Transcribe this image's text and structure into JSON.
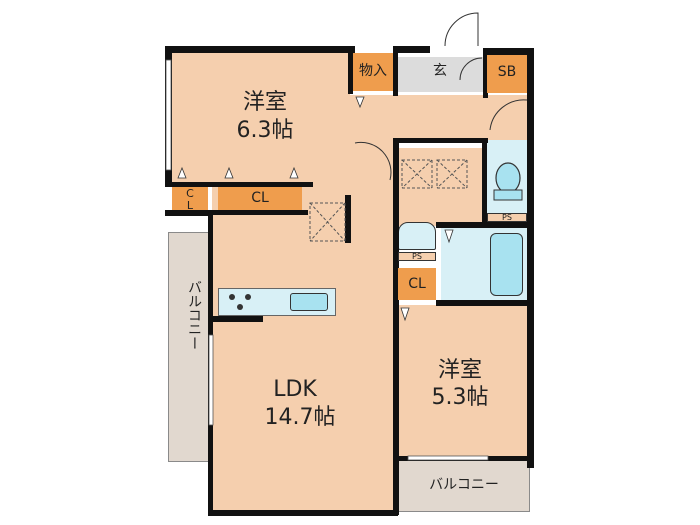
{
  "floor_plan": {
    "rooms": [
      {
        "id": "western-room-1",
        "label": "洋室",
        "area": "6.3帖"
      },
      {
        "id": "ldk",
        "label": "LDK",
        "area": "14.7帖"
      },
      {
        "id": "western-room-2",
        "label": "洋室",
        "area": "5.3帖"
      }
    ],
    "storage": {
      "closet_vertical": "C\nL",
      "closet_room1": "CL",
      "closet_room2": "CL",
      "storage_closet": "物入",
      "shoe_box": "SB"
    },
    "entrance": "玄",
    "balcony_west": "バルコニー",
    "balcony_south": "バルコニー",
    "pipe_space_1": "PS",
    "pipe_space_2": "PS"
  },
  "colors": {
    "floor": "#f5cfae",
    "wall": "#111111",
    "closet": "#ef9d4d",
    "wet_area": "#d8f0f6",
    "balcony": "#e1d8cf",
    "entrance": "#dcdcdc"
  }
}
